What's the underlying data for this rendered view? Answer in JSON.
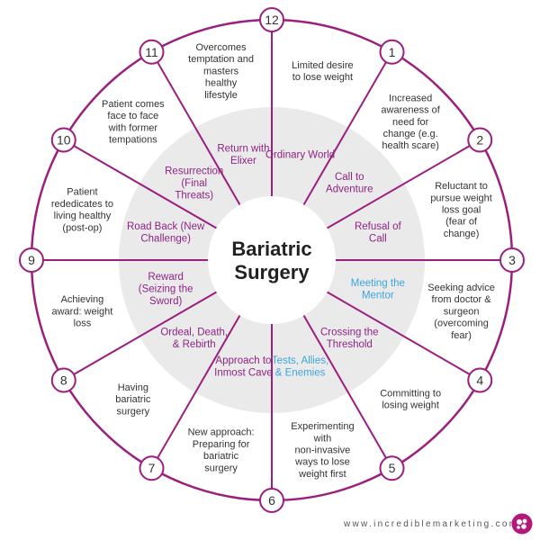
{
  "title_lines": [
    "Bariatric",
    "Surgery"
  ],
  "footer": "www.incrediblemarketing.com",
  "colors": {
    "ring": "#9b1f7e",
    "stage": "#8e2484",
    "stage_alt": "#3aa6dd",
    "inner_fill": "#ebeaeb",
    "text": "#333333",
    "badge_fill": "#ffffff"
  },
  "stages": [
    {
      "number": "1",
      "stage": "Ordinary World",
      "description": "Limited desire to lose weight",
      "stage_color": "stage"
    },
    {
      "number": "2",
      "stage": "Call to Adventure",
      "description": "Increased awareness of need for change (e.g. health scare)",
      "stage_color": "stage"
    },
    {
      "number": "3",
      "stage": "Refusal of Call",
      "description": "Reluctant to pursue weight loss goal (fear of change)",
      "stage_color": "stage"
    },
    {
      "number": "4",
      "stage": "Meeting the Mentor",
      "description": "Seeking advice from doctor & surgeon (overcoming fear)",
      "stage_color": "stage_alt"
    },
    {
      "number": "5",
      "stage": "Crossing the Threshold",
      "description": "Committing to losing weight",
      "stage_color": "stage"
    },
    {
      "number": "6",
      "stage": "Tests, Allies, & Enemies",
      "description": "Experimenting with non-invasive ways to lose weight first",
      "stage_color": "stage_alt"
    },
    {
      "number": "7",
      "stage": "Approach to Inmost Cave",
      "description": "New approach: Preparing for bariatric surgery",
      "stage_color": "stage"
    },
    {
      "number": "8",
      "stage": "Ordeal, Death, & Rebirth",
      "description": "Having bariatric surgery",
      "stage_color": "stage"
    },
    {
      "number": "9",
      "stage": "Reward (Seizing the Sword)",
      "description": "Achieving award: weight loss",
      "stage_color": "stage"
    },
    {
      "number": "10",
      "stage": "Road Back (New Challenge)",
      "description": "Patient rededicates to living healthy (post-op)",
      "stage_color": "stage"
    },
    {
      "number": "11",
      "stage": "Resurrection (Final Threats)",
      "description": "Patient comes face to face with former tempations",
      "stage_color": "stage"
    },
    {
      "number": "12",
      "stage": "Return with Elixer",
      "description": "Overcomes temptation and masters healthy lifestyle",
      "stage_color": "stage"
    }
  ]
}
